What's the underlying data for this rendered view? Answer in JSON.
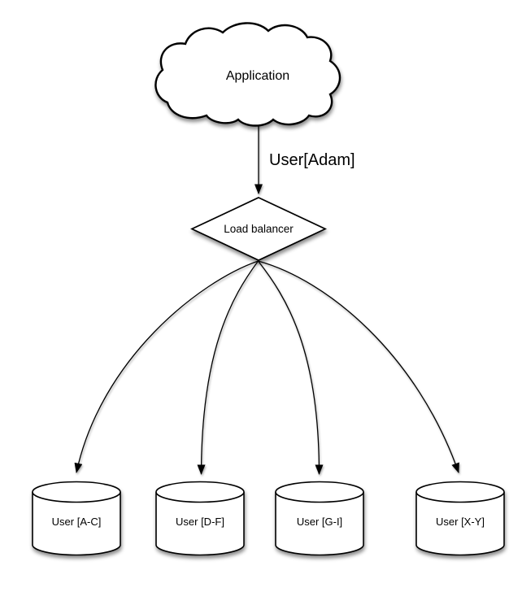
{
  "diagram": {
    "background": "#ffffff",
    "shape_fill": "#ffffff",
    "stroke_color": "#000000",
    "text_color": "#000000",
    "nodes": {
      "application": {
        "label": "Application",
        "shape": "cloud"
      },
      "load_balancer": {
        "label": "Load balancer",
        "shape": "diamond"
      },
      "shards": [
        {
          "label": "User [A-C]",
          "shape": "cylinder"
        },
        {
          "label": "User [D-F]",
          "shape": "cylinder"
        },
        {
          "label": "User [G-I]",
          "shape": "cylinder"
        },
        {
          "label": "User [X-Y]",
          "shape": "cylinder"
        }
      ]
    },
    "edges": {
      "app_to_lb": {
        "label": "User[Adam]",
        "from": "application",
        "to": "load_balancer"
      },
      "lb_to_shards": [
        {
          "from": "load_balancer",
          "to": "User [A-C]"
        },
        {
          "from": "load_balancer",
          "to": "User [D-F]"
        },
        {
          "from": "load_balancer",
          "to": "User [G-I]"
        },
        {
          "from": "load_balancer",
          "to": "User [X-Y]"
        }
      ]
    }
  }
}
